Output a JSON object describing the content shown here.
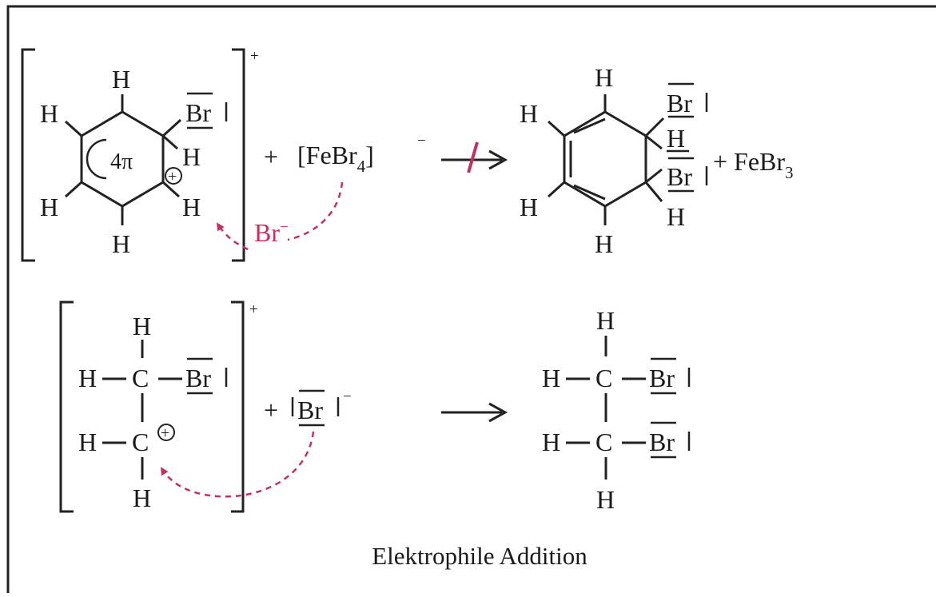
{
  "caption": "Elektrophile Addition",
  "colors": {
    "ink": "#1a1a1a",
    "accent": "#c4305e",
    "frame": "#222222"
  },
  "atoms": {
    "H": "H",
    "C": "C",
    "Br": "Br"
  },
  "charges": {
    "plus_sup": "+",
    "minus_sup": "−",
    "plus_circled": "+"
  },
  "reaction1": {
    "pi_label": "4π",
    "plus_sign": "+",
    "reagent_main": "[FeBr",
    "reagent_sub": "4",
    "reagent_close": "]",
    "nucleophile": "Br",
    "product_extra_main": "+ FeBr",
    "product_extra_sub": "3"
  },
  "reaction2": {
    "plus_sign": "+",
    "bond_dash": "—"
  }
}
